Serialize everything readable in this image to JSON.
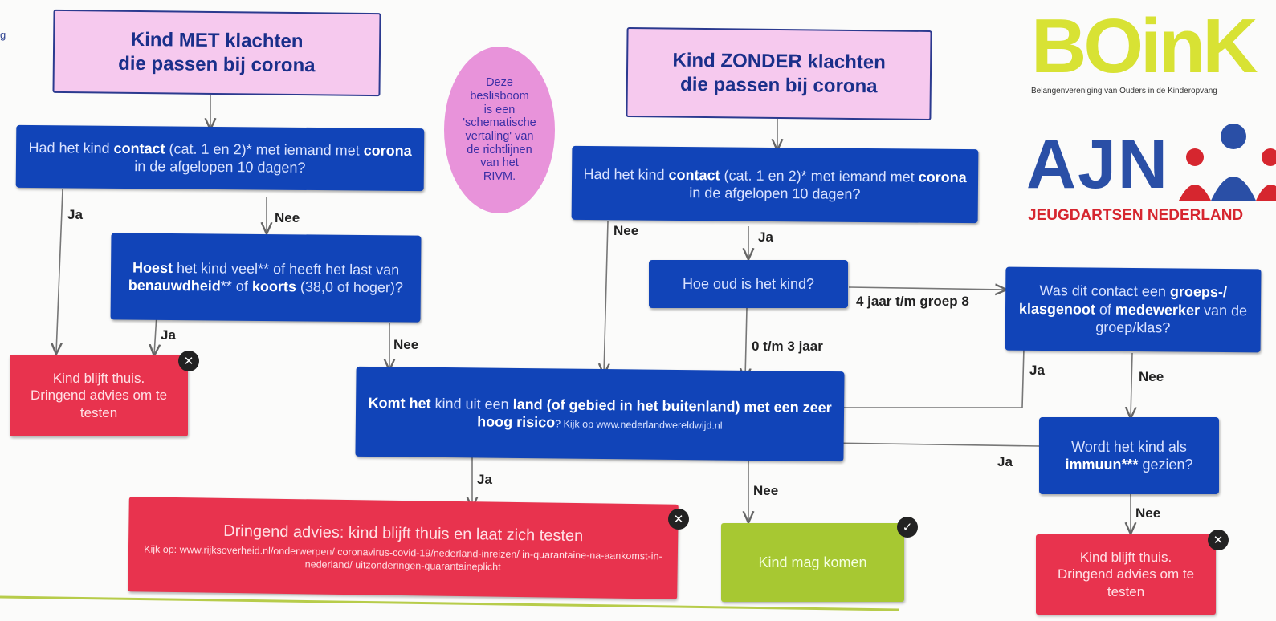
{
  "edge_text": "g",
  "left_root": {
    "line1": "Kind MET klachten",
    "line2": "die passen bij corona"
  },
  "right_root": {
    "line1": "Kind ZONDER klachten",
    "line2": "die passen bij corona"
  },
  "oval_note": [
    "Deze",
    "beslisboom",
    "is een",
    "'schematische",
    "vertaling' van",
    "de richtlijnen",
    "van het",
    "RIVM."
  ],
  "q_contact": {
    "a": "Had het kind ",
    "b": "contact",
    "c": " (cat. 1 en 2)* met iemand met ",
    "d": "corona",
    "e": " in de afgelopen 10 dagen?"
  },
  "q_hoest": {
    "a": "Hoest",
    "b": " het kind veel** of heeft het last van ",
    "c": "benauwdheid",
    "d": "** of ",
    "e": "koorts",
    "f": " (38,0 of hoger)?"
  },
  "q_age": "Hoe oud is het kind?",
  "q_groep": {
    "a": "Was dit contact een ",
    "b": "groeps-/ klasgenoot",
    "c": " of ",
    "d": "medewerker",
    "e": " van de groep/klas?"
  },
  "q_land": {
    "a": "Komt het",
    "b": " kind uit een ",
    "c": "land (of gebied in het buitenland) met een zeer hoog risico",
    "d": "? Kijk op www.nederlandwereldwijd.nl"
  },
  "q_immuun": {
    "a": "Wordt het kind als ",
    "b": "immuun***",
    "c": " gezien?"
  },
  "out_thuis_left": "Kind blijft thuis. Dringend advies om te testen",
  "out_thuis_right": "Kind blijft thuis. Dringend advies om te testen",
  "out_dringend": {
    "title": "Dringend advies: kind blijft thuis en laat zich testen",
    "sub": "Kijk op: www.rijksoverheid.nl/onderwerpen/ coronavirus-covid-19/nederland-inreizen/ in-quarantaine-na-aankomst-in-nederland/ uitzonderingen-quarantaineplicht"
  },
  "out_komen": "Kind mag komen",
  "labels": {
    "ja": "Ja",
    "nee": "Nee",
    "age_older": "4 jaar t/m groep 8",
    "age_young": "0 t/m 3 jaar"
  },
  "badges": {
    "cross": "✕",
    "check": "✓"
  },
  "logos": {
    "boink": "BOinK",
    "boink_sub": "Belangenvereniging van Ouders in de Kinderopvang",
    "ajn": "AJN",
    "ajn_sub": "JEUGDARTSEN NEDERLAND"
  },
  "colors": {
    "pink": "#f6c9ee",
    "blue": "#1144b8",
    "red": "#e8334e",
    "green": "#a7c832",
    "oval": "#e893da"
  }
}
